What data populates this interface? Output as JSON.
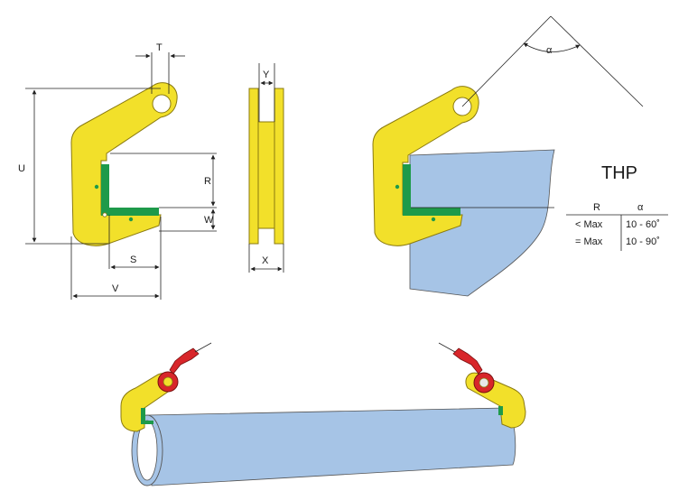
{
  "colors": {
    "clamp_body": "#f2e02a",
    "clamp_outline": "#8a7a10",
    "jaw_pad": "#1e9a4a",
    "plate": "#a6c4e6",
    "shackle_red": "#d8262a",
    "dim_line": "#222222"
  },
  "dimensions": {
    "T": "T",
    "U": "U",
    "R": "R",
    "W": "W",
    "S": "S",
    "V": "V",
    "Y": "Y",
    "X": "X"
  },
  "angle_label": "α",
  "model_name": "THP",
  "spec_table": {
    "headers": [
      "R",
      "α"
    ],
    "rows": [
      [
        "< Max",
        "10 - 60˚"
      ],
      [
        "= Max",
        "10 - 90˚"
      ]
    ]
  }
}
